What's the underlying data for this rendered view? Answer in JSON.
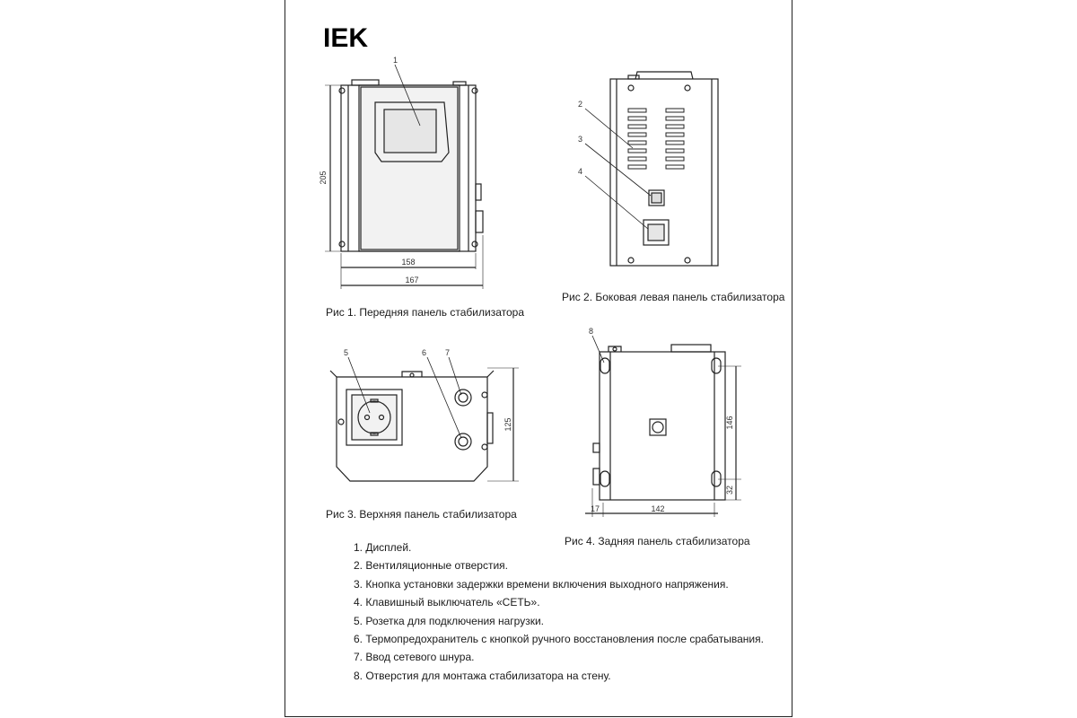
{
  "logo": "IEK",
  "figures": [
    {
      "caption": "Рис 1. Передняя панель стабилизатора"
    },
    {
      "caption": "Рис 2. Боковая левая панель стабилизатора"
    },
    {
      "caption": "Рис 3. Верхняя панель стабилизатора"
    },
    {
      "caption": "Рис 4. Задняя панель стабилизатора"
    }
  ],
  "dimensions": {
    "fig1_height": "205",
    "fig1_width_body": "158",
    "fig1_width_total": "167",
    "fig3_height": "125",
    "fig4_hole_spacing": "146",
    "fig4_hole_bottom": "32",
    "fig4_offset_left": "17",
    "fig4_width": "142"
  },
  "callouts": [
    "1",
    "2",
    "3",
    "4",
    "5",
    "6",
    "7",
    "8"
  ],
  "legend": [
    "1. Дисплей.",
    "2. Вентиляционные отверстия.",
    "3. Кнопка установки задержки времени включения выходного напряжения.",
    "4. Клавишный выключатель «СЕТЬ».",
    "5. Розетка для подключения нагрузки.",
    "6. Термопредохранитель с кнопкой ручного восстановления после срабатывания.",
    "7. Ввод сетевого шнура.",
    "8. Отверстия для монтажа стабилизатора на стену."
  ]
}
